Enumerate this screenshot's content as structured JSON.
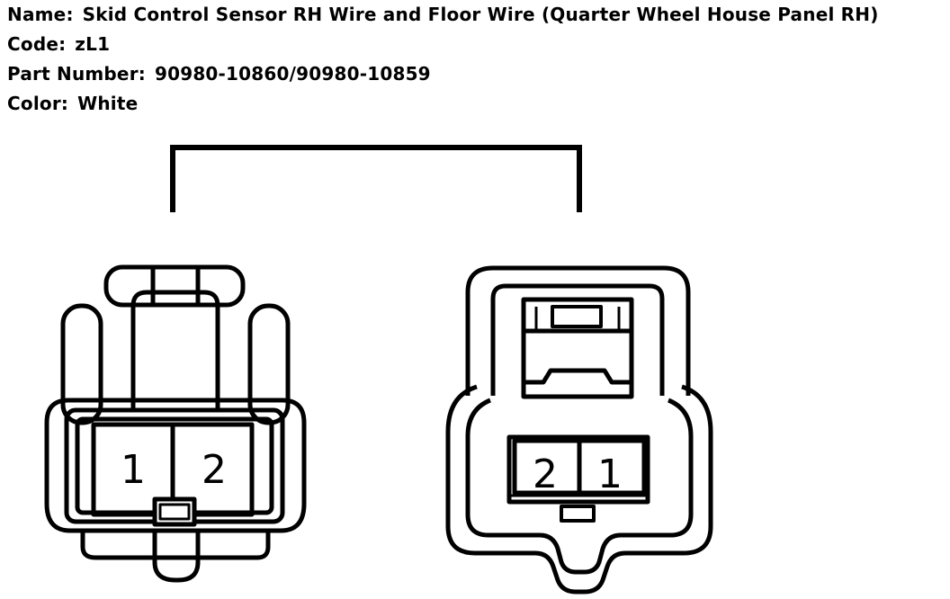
{
  "info": {
    "name_label": "Name:",
    "name_value": "Skid Control Sensor RH Wire and Floor Wire (Quarter Wheel House Panel RH)",
    "code_label": "Code:",
    "code_value": "zL1",
    "part_label": "Part Number:",
    "part_value": "90980-10860/90980-10859",
    "color_label": "Color:",
    "color_value": "White"
  },
  "left_connector": {
    "pins": [
      "1",
      "2"
    ]
  },
  "right_connector": {
    "pins": [
      "2",
      "1"
    ]
  },
  "colors": {
    "stroke": "#000000",
    "background": "#ffffff"
  }
}
